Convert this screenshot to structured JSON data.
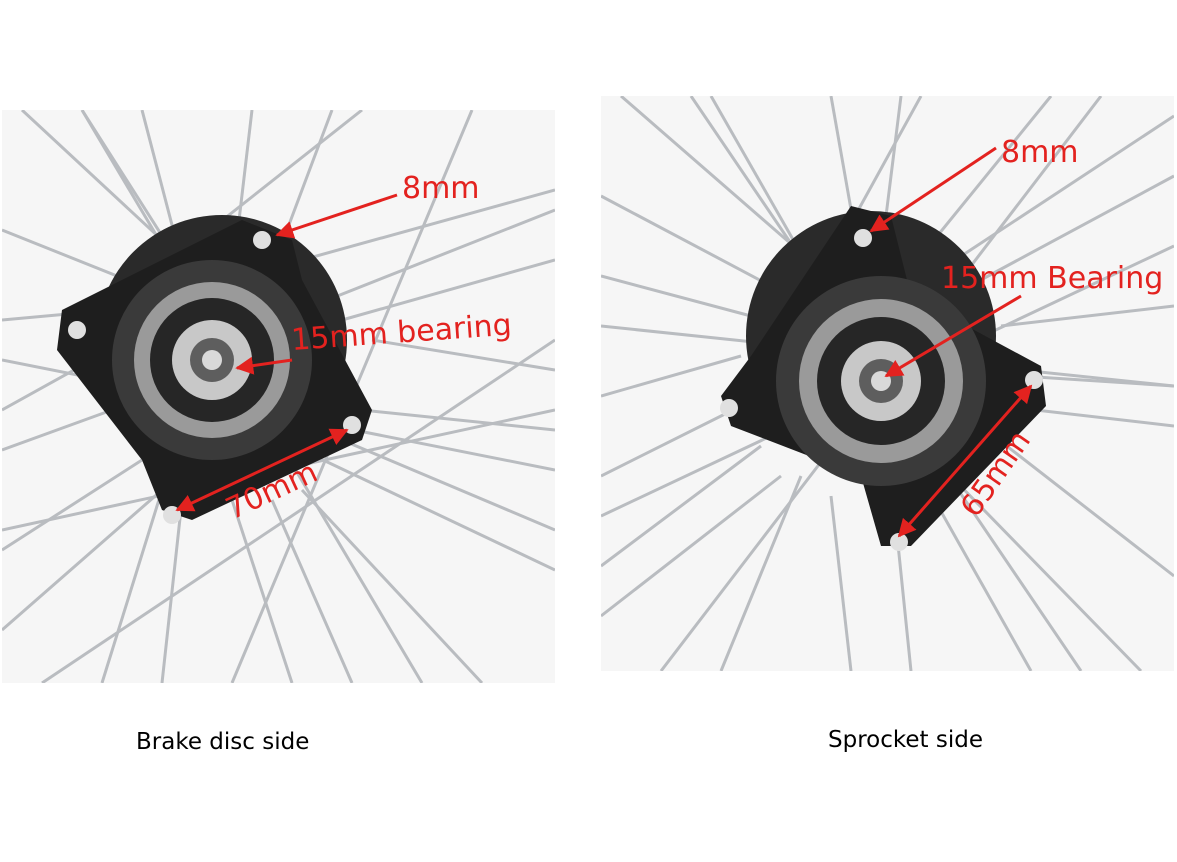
{
  "colors": {
    "annotation": "#e3221f",
    "hub": "#1e1e1e",
    "spoke": "#b9bcc0",
    "background": "#ffffff"
  },
  "panels": [
    {
      "caption": "Brake disc side",
      "labels": {
        "flange_hole": "8mm",
        "bearing": "15mm bearing",
        "bolt_circle": "70mm"
      }
    },
    {
      "caption": "Sprocket side",
      "labels": {
        "flange_hole": "8mm",
        "bearing": "15mm Bearing",
        "bolt_circle": "65mm"
      }
    }
  ]
}
